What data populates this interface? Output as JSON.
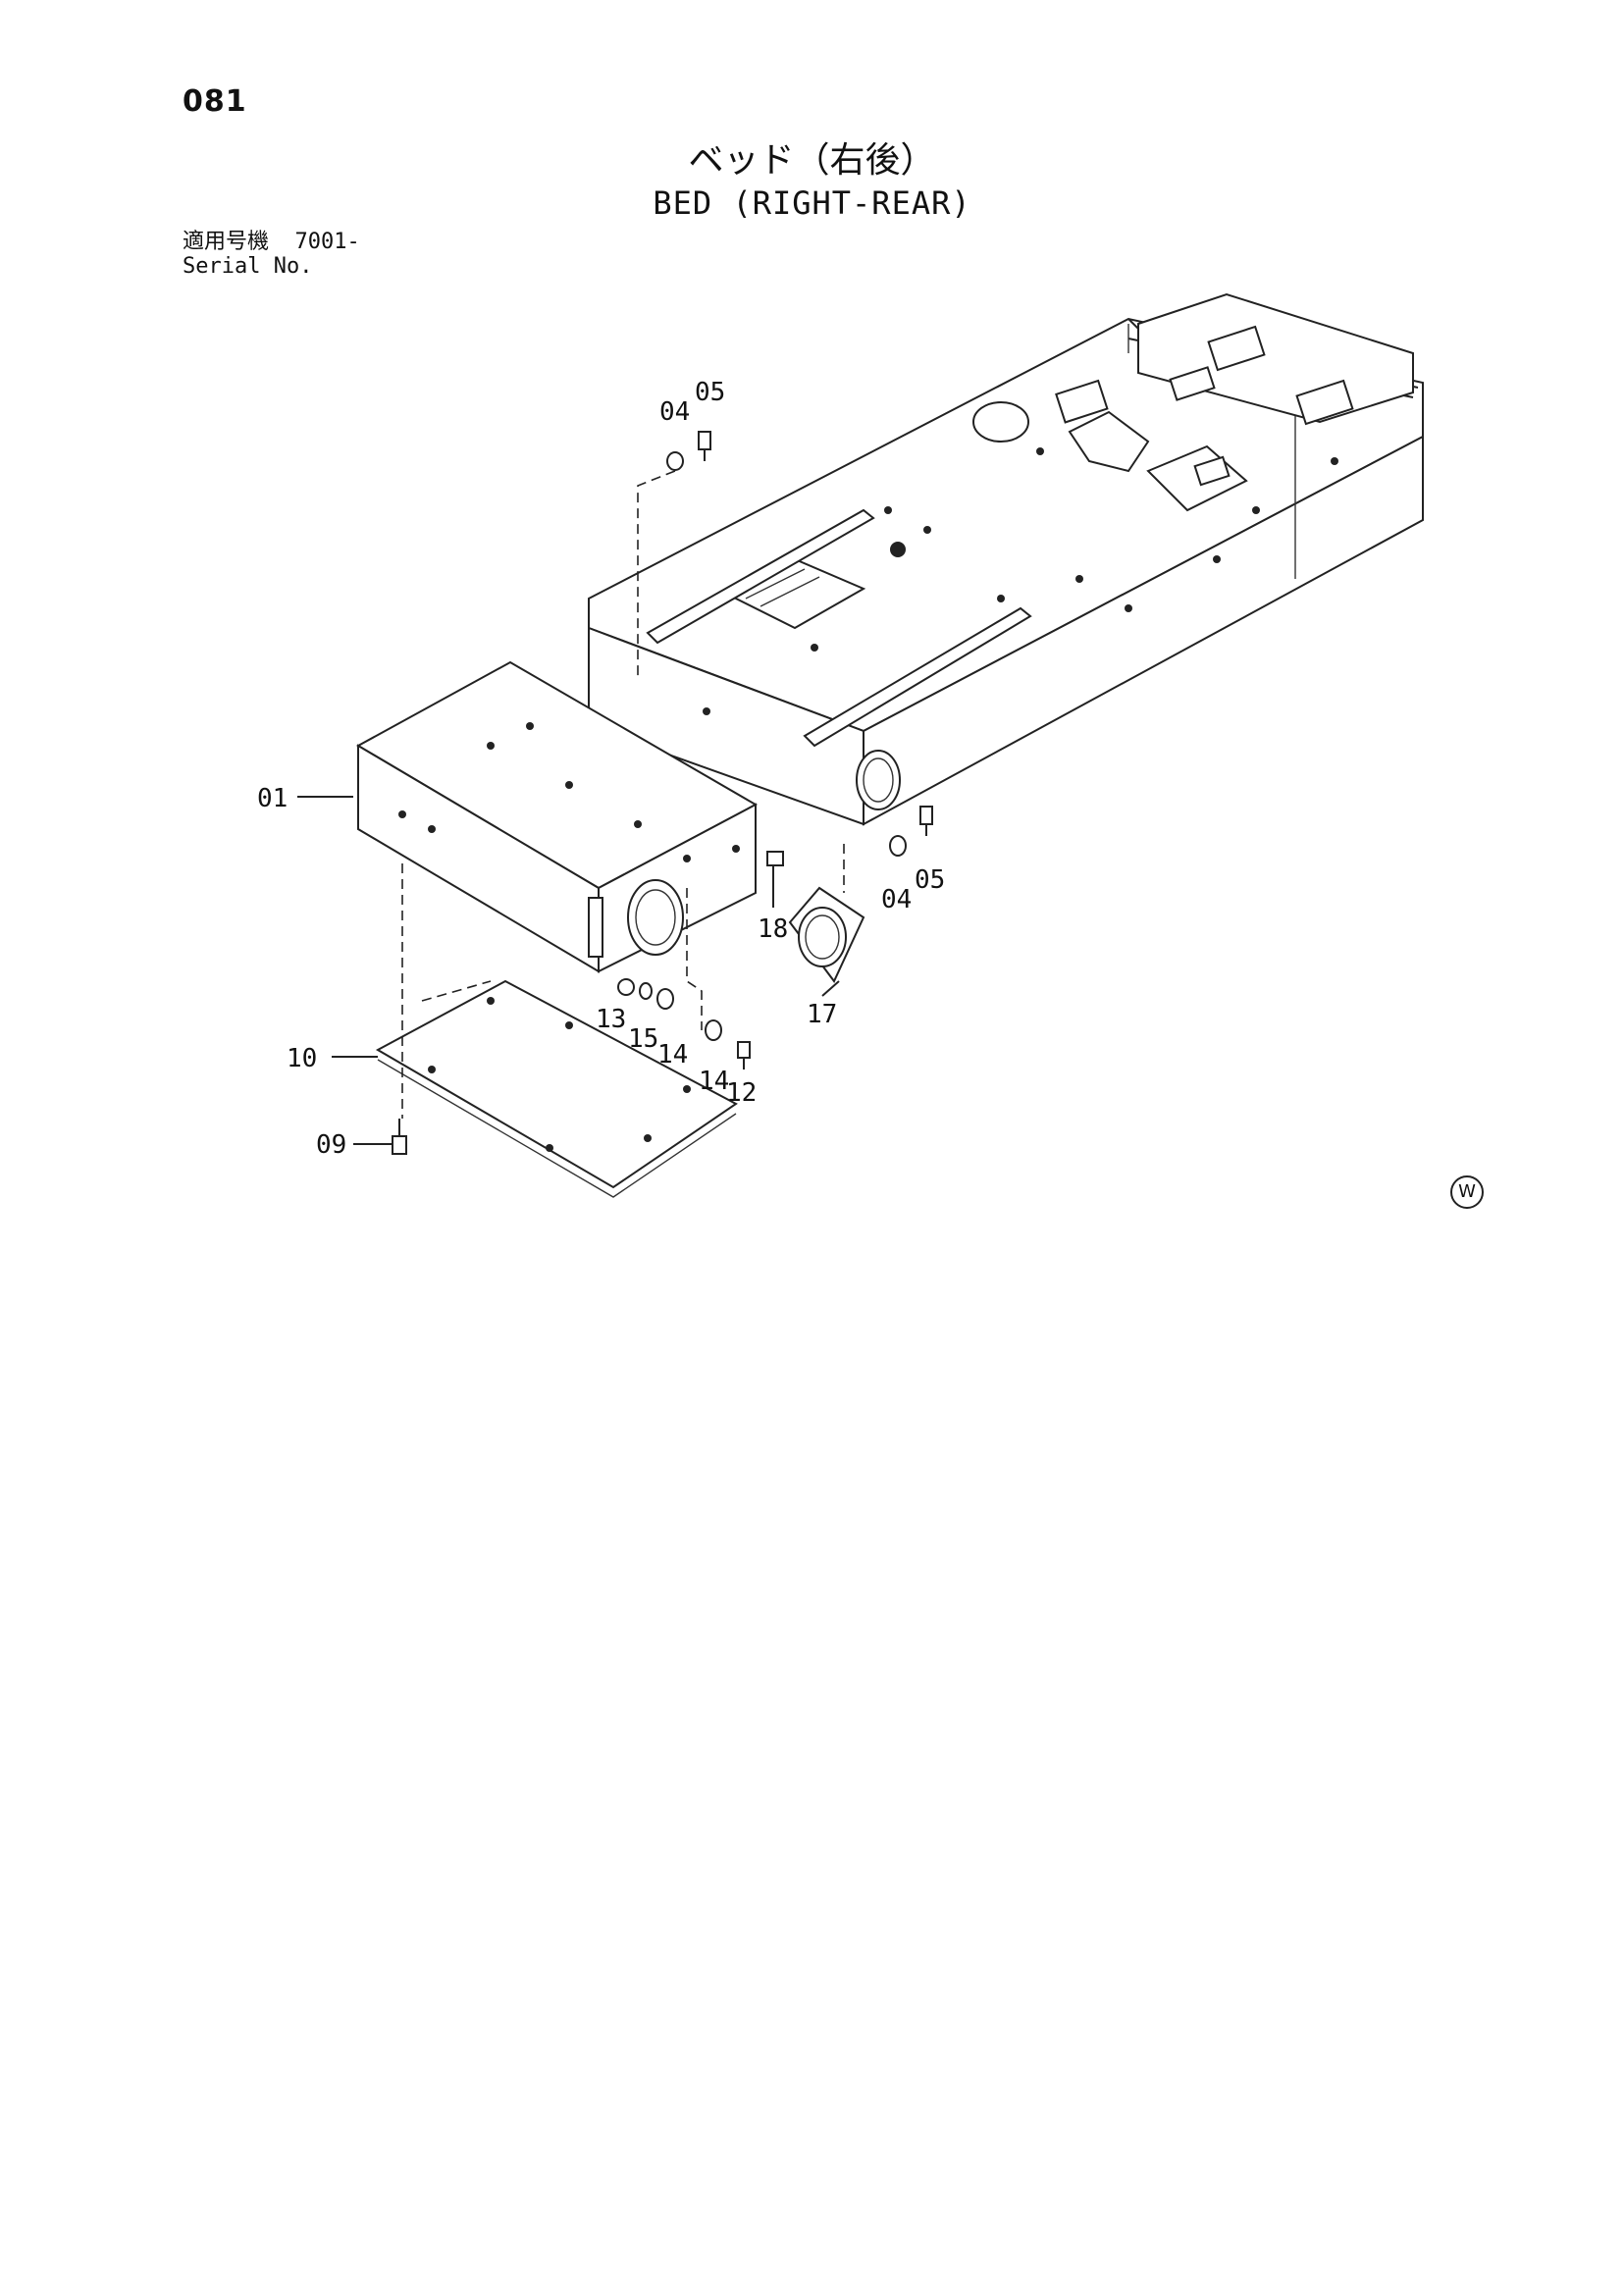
{
  "page_number": "081",
  "title_ja": "ベッド（右後）",
  "title_en": "BED (RIGHT-REAR)",
  "serial": {
    "label_ja": "適用号機",
    "value": "7001-",
    "label_en": "Serial No."
  },
  "watermark": "W",
  "callouts": {
    "c01": "01",
    "c04a": "04",
    "c05a": "05",
    "c04b": "04",
    "c05b": "05",
    "c09": "09",
    "c10": "10",
    "c12": "12",
    "c13": "13",
    "c14a": "14",
    "c14b": "14",
    "c15": "15",
    "c17": "17",
    "c18": "18"
  }
}
